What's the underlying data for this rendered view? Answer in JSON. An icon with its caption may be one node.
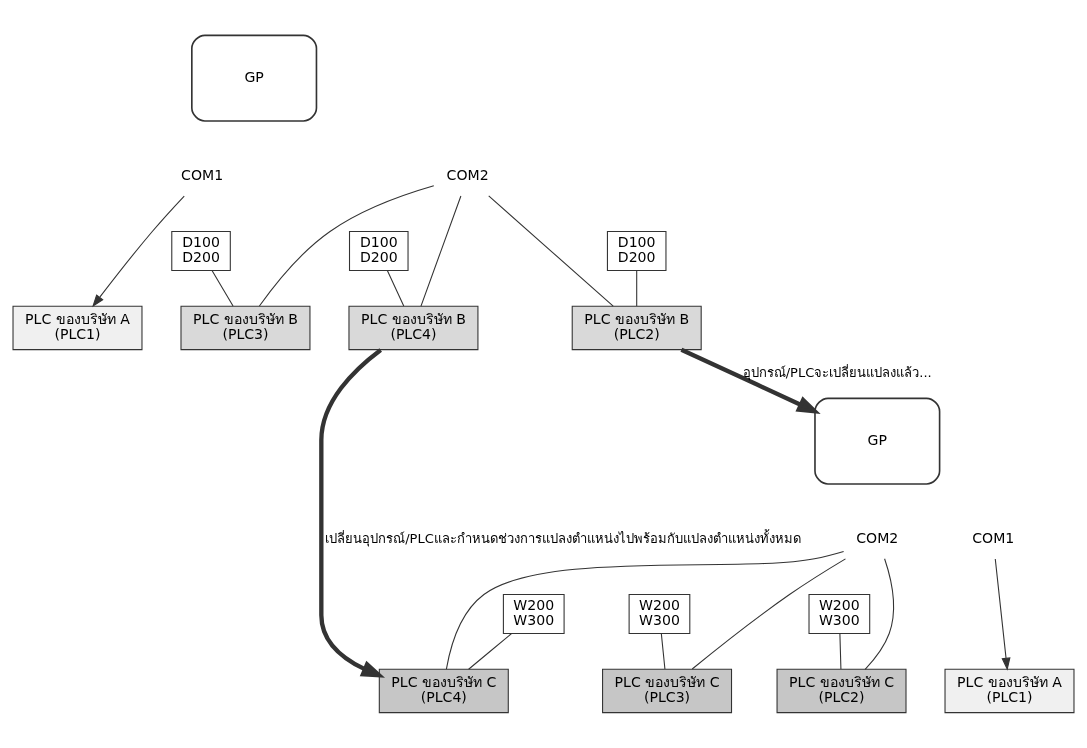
{
  "diagram": {
    "nodes": [
      {
        "text": [
          "GP"
        ]
      },
      {
        "text": [
          "COM1"
        ]
      },
      {
        "text": [
          "COM2"
        ]
      },
      {
        "text": [
          "PLC ของบริษัท A",
          "(PLC1)"
        ]
      },
      {
        "text": [
          "PLC ของบริษัท B",
          "(PLC2)"
        ]
      },
      {
        "text": [
          "PLC ของบริษัท B",
          "(PLC3)"
        ]
      },
      {
        "text": [
          "PLC ของบริษัท B",
          "(PLC4)"
        ]
      },
      {
        "text": [
          "D100",
          "D200"
        ]
      },
      {
        "text": [
          "D100",
          "D200"
        ]
      },
      {
        "text": [
          "D100",
          "D200"
        ]
      },
      {
        "text": [
          "GP"
        ]
      },
      {
        "text": [
          "COM1"
        ]
      },
      {
        "text": [
          "COM2"
        ]
      },
      {
        "text": [
          "PLC ของบริษัท A",
          "(PLC1)"
        ]
      },
      {
        "text": [
          "PLC ของบริษัท C",
          "(PLC2)"
        ]
      },
      {
        "text": [
          "PLC ของบริษัท C",
          "(PLC3)"
        ]
      },
      {
        "text": [
          "PLC ของบริษัท C",
          "(PLC4)"
        ]
      },
      {
        "text": [
          "W200",
          "W300"
        ]
      },
      {
        "text": [
          "W200",
          "W300"
        ]
      },
      {
        "text": [
          "W200",
          "W300"
        ]
      }
    ],
    "edges": [
      {
        "from": 1,
        "to": 3,
        "arrow": "to"
      },
      {
        "from": 2,
        "to": 4,
        "arrow": "none"
      },
      {
        "from": 2,
        "to": 5,
        "arrow": "none"
      },
      {
        "from": 2,
        "to": 6,
        "arrow": "none"
      },
      {
        "from": 7,
        "to": 4,
        "arrow": "none"
      },
      {
        "from": 8,
        "to": 5,
        "arrow": "none"
      },
      {
        "from": 9,
        "to": 6,
        "arrow": "none"
      },
      {
        "from": 6,
        "to": 16,
        "arrow": "to",
        "style": "thick",
        "label": "เปลี่ยนอุปกรณ์/PLCและกำหนดช่วงการแปลงตำแหน่งไปพร้อมกับแปลงตำแหน่งทั้งหมด"
      },
      {
        "from": 4,
        "to": 10,
        "arrow": "to",
        "style": "thick",
        "label": "อุปกรณ์/PLCจะเปลี่ยนแปลงแล้ว..."
      },
      {
        "from": 11,
        "to": 13,
        "arrow": "to"
      },
      {
        "from": 12,
        "to": 14,
        "arrow": "none"
      },
      {
        "from": 12,
        "to": 15,
        "arrow": "none"
      },
      {
        "from": 12,
        "to": 16,
        "arrow": "none"
      },
      {
        "from": 17,
        "to": 14,
        "arrow": "none"
      },
      {
        "from": 18,
        "to": 15,
        "arrow": "none"
      },
      {
        "from": 19,
        "to": 16,
        "arrow": "none"
      }
    ]
  }
}
